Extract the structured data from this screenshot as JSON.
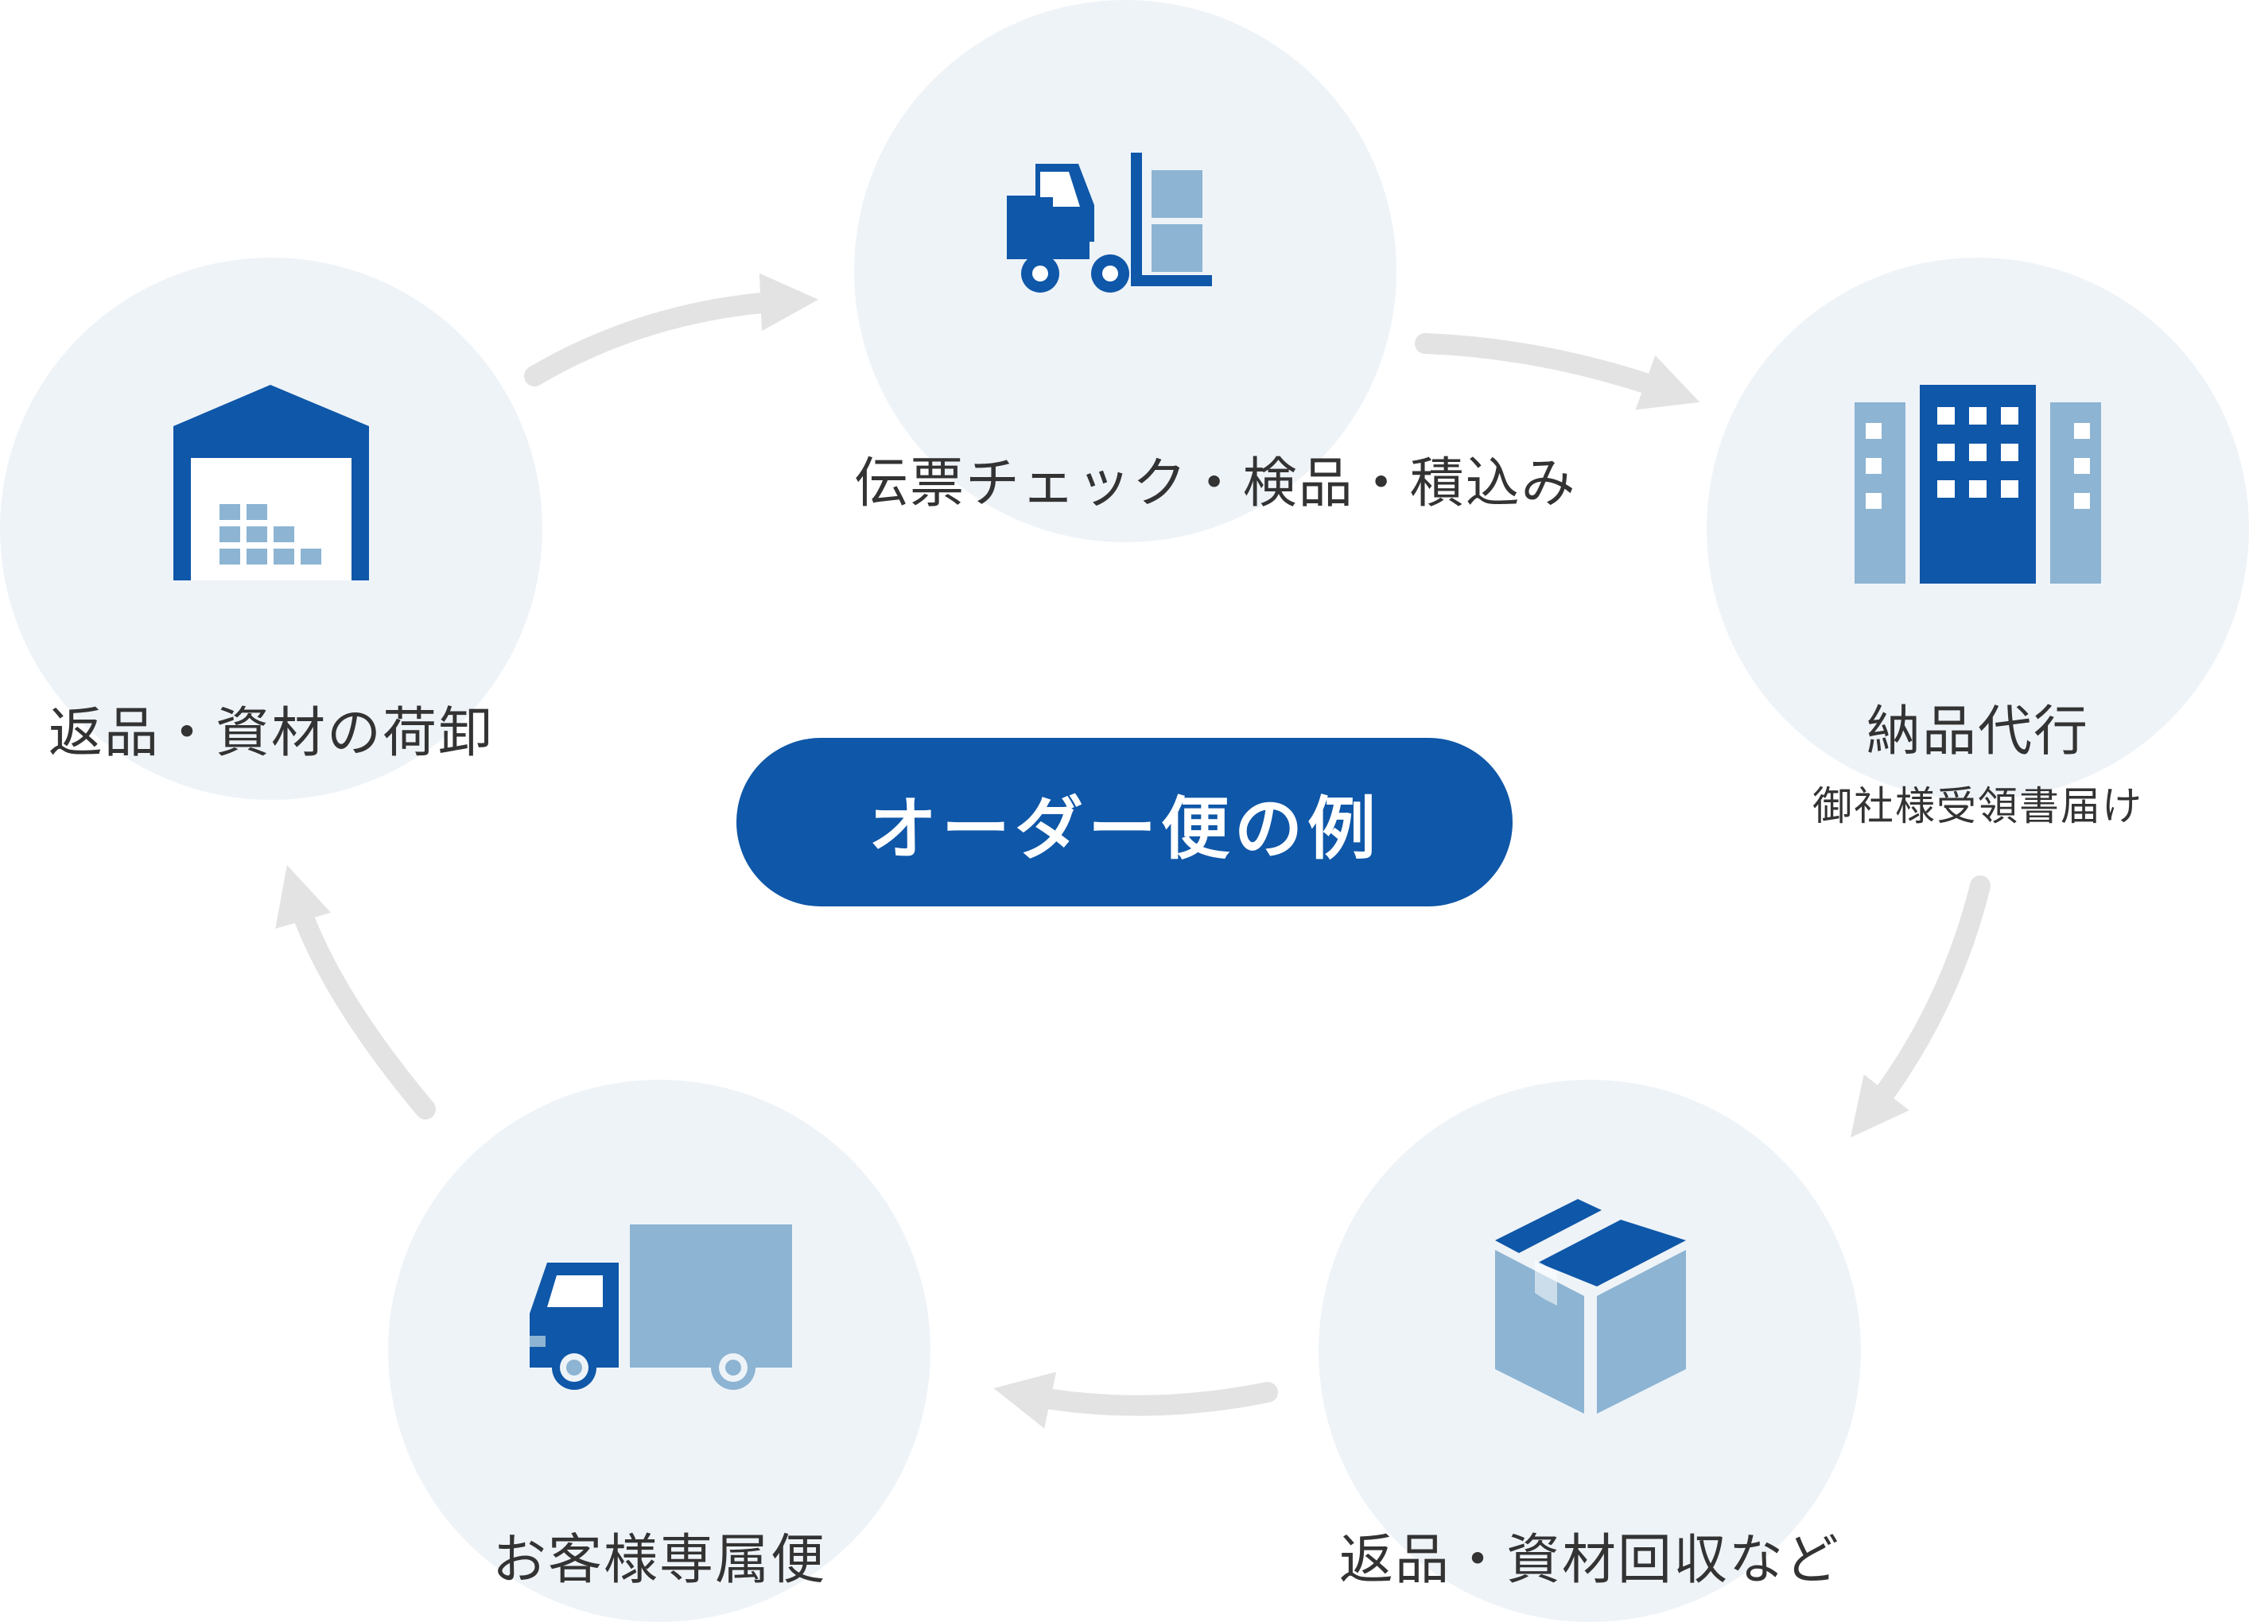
{
  "title": "オーダー便の例",
  "colors": {
    "circle_bg": "#eef3f8",
    "primary_blue": "#0f57a8",
    "light_blue": "#8db4d2",
    "arrow_gray": "#e3e3e3",
    "text": "#333333",
    "pill_bg": "#0f57a8"
  },
  "steps": [
    {
      "label": "伝票チェック・検品・積込み",
      "icon": "forklift-icon"
    },
    {
      "label": "納品代行",
      "sublabel": "御社様受領書届け",
      "icon": "office-building-icon"
    },
    {
      "label": "返品・資材回収など",
      "icon": "cardboard-box-icon"
    },
    {
      "label": "お客様専属便",
      "icon": "delivery-truck-icon"
    },
    {
      "label": "返品・資材の荷卸",
      "icon": "warehouse-icon"
    }
  ]
}
